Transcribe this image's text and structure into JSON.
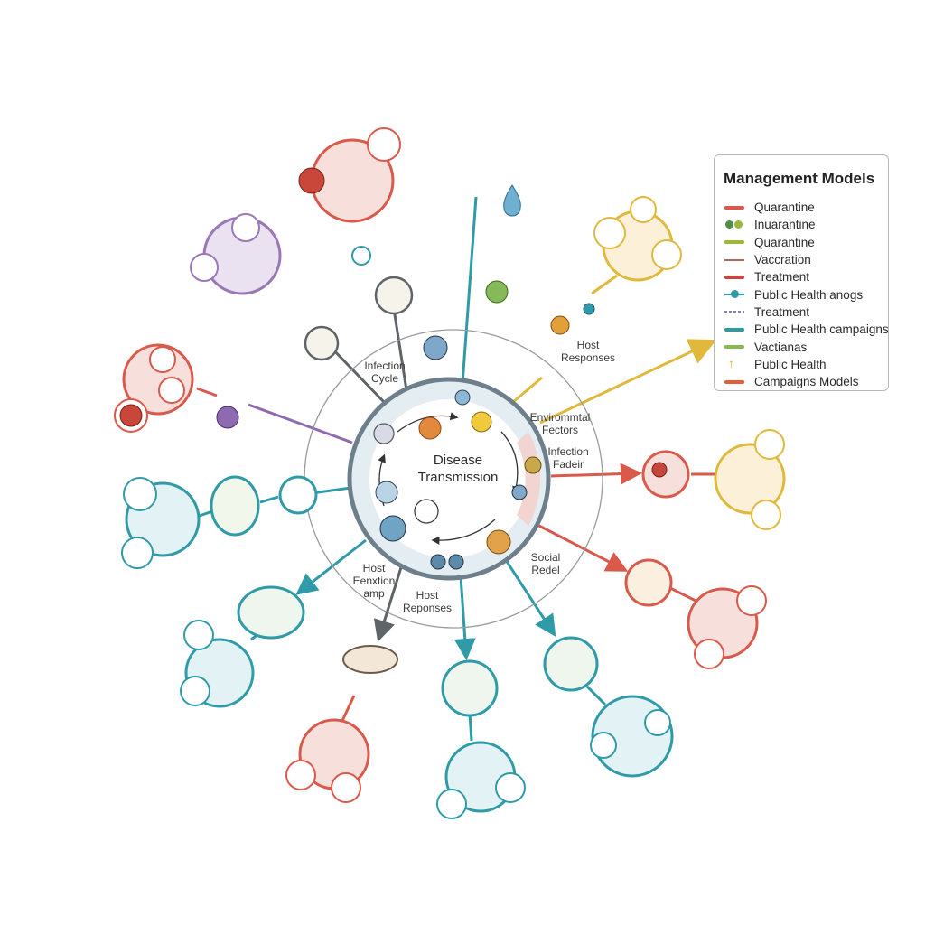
{
  "diagram": {
    "center": {
      "title_line1": "Disease",
      "title_line2": "Transmission"
    },
    "ring_labels": {
      "infection_cycle": [
        "Infection",
        "Cycle"
      ],
      "host_responses_top": [
        "Host",
        "Responses"
      ],
      "environmental_factors": [
        "Envirommtal",
        "Fectors"
      ],
      "infection_factor": [
        "Infection",
        "Fadeir"
      ],
      "social_model": [
        "Social",
        "Redel"
      ],
      "host_interaction": [
        "Host",
        "Eenxtion",
        "amp"
      ],
      "host_responses_bottom": [
        "Host",
        "Reponses"
      ]
    },
    "colors": {
      "red": "#d9594a",
      "purple": "#8e6bb0",
      "teal": "#2f9aa8",
      "yellow": "#e0b93c",
      "green": "#86b95a",
      "gray": "#5f6468",
      "ring": "#8c8c8c"
    }
  },
  "legend": {
    "title": "Management Models",
    "items": [
      {
        "label": "Quarantine",
        "marker": "bar",
        "color": "#d9594a"
      },
      {
        "label": "Inuarantine",
        "marker": "icon",
        "color": "#4f8f4a",
        "icon": "people-icon"
      },
      {
        "label": "Quarantine",
        "marker": "bar",
        "color": "#9bb83c"
      },
      {
        "label": "Vaccration",
        "marker": "thin",
        "color": "#b06a5c"
      },
      {
        "label": "Treatment",
        "marker": "bar",
        "color": "#c8463a"
      },
      {
        "label": "Public Health anogs",
        "marker": "dot",
        "color": "#2f9aa8"
      },
      {
        "label": "Treatment",
        "marker": "dash",
        "color": "#8d7bb5"
      },
      {
        "label": "Public Health campaigns",
        "marker": "bar",
        "color": "#2f9aa8"
      },
      {
        "label": "Vactianas",
        "marker": "bar",
        "color": "#86b95a"
      },
      {
        "label": "Public Health",
        "marker": "arrow",
        "color": "#e0a92c",
        "icon": "up-arrow-icon"
      },
      {
        "label": "Campaigns Models",
        "marker": "bar",
        "color": "#e0603a"
      }
    ]
  }
}
